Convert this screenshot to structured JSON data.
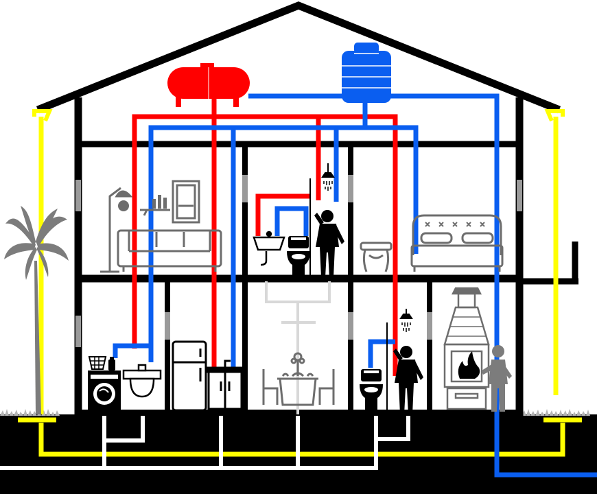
{
  "diagram": {
    "type": "house-plumbing-cross-section",
    "legend_shown": false,
    "text_labels": []
  },
  "colors": {
    "background": "#ffffff",
    "structure": "#000000",
    "hot_water": "#ff0000",
    "cold_water": "#0a5ef0",
    "gutter_drain": "#ffff00",
    "drain_waste": "#ffffff",
    "fixture_gray": "#6d6d6d",
    "ground": "#000000"
  },
  "components": {
    "water_heater": "red-cylinder-water-heater",
    "water_tank": "blue-roof-water-tank",
    "upper_floor_rooms": [
      "living-room",
      "bathroom",
      "bedroom"
    ],
    "lower_floor_rooms": [
      "laundry",
      "kitchen",
      "dining-room",
      "bathroom",
      "fireplace-room"
    ],
    "outdoor": [
      "palm-tree",
      "grass",
      "rain-gutters"
    ]
  }
}
